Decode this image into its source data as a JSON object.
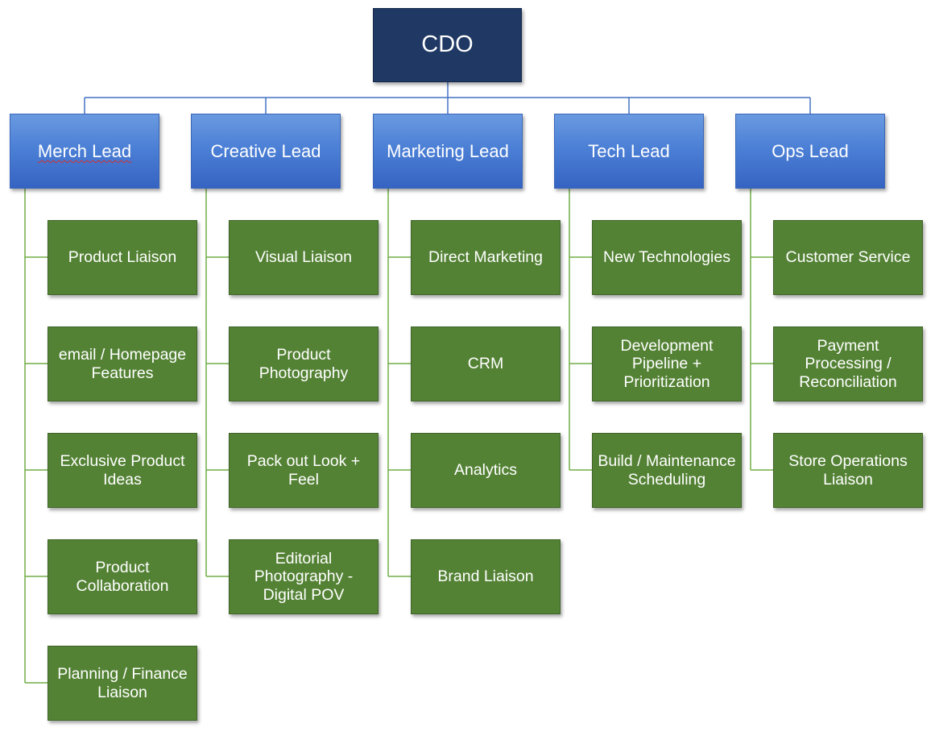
{
  "root": {
    "label": "CDO"
  },
  "colors": {
    "root": "#1f3864",
    "lead": "#4472c4",
    "item": "#548235",
    "lead_connector": "#4472c4",
    "item_connector": "#70ad47"
  },
  "columns": [
    {
      "lead": "Merch Lead",
      "items": [
        "Product Liaison",
        "email / Homepage Features",
        "Exclusive Product Ideas",
        "Product Collaboration",
        "Planning / Finance Liaison"
      ]
    },
    {
      "lead": "Creative Lead",
      "items": [
        "Visual Liaison",
        "Product Photography",
        "Pack out Look + Feel",
        "Editorial Photography - Digital POV"
      ]
    },
    {
      "lead": "Marketing Lead",
      "items": [
        "Direct Marketing",
        "CRM",
        "Analytics",
        "Brand Liaison"
      ]
    },
    {
      "lead": "Tech Lead",
      "items": [
        "New Technologies",
        "Development Pipeline + Prioritization",
        "Build / Maintenance Scheduling"
      ]
    },
    {
      "lead": "Ops Lead",
      "items": [
        "Customer Service",
        "Payment Processing / Reconciliation",
        "Store Operations Liaison"
      ]
    }
  ]
}
